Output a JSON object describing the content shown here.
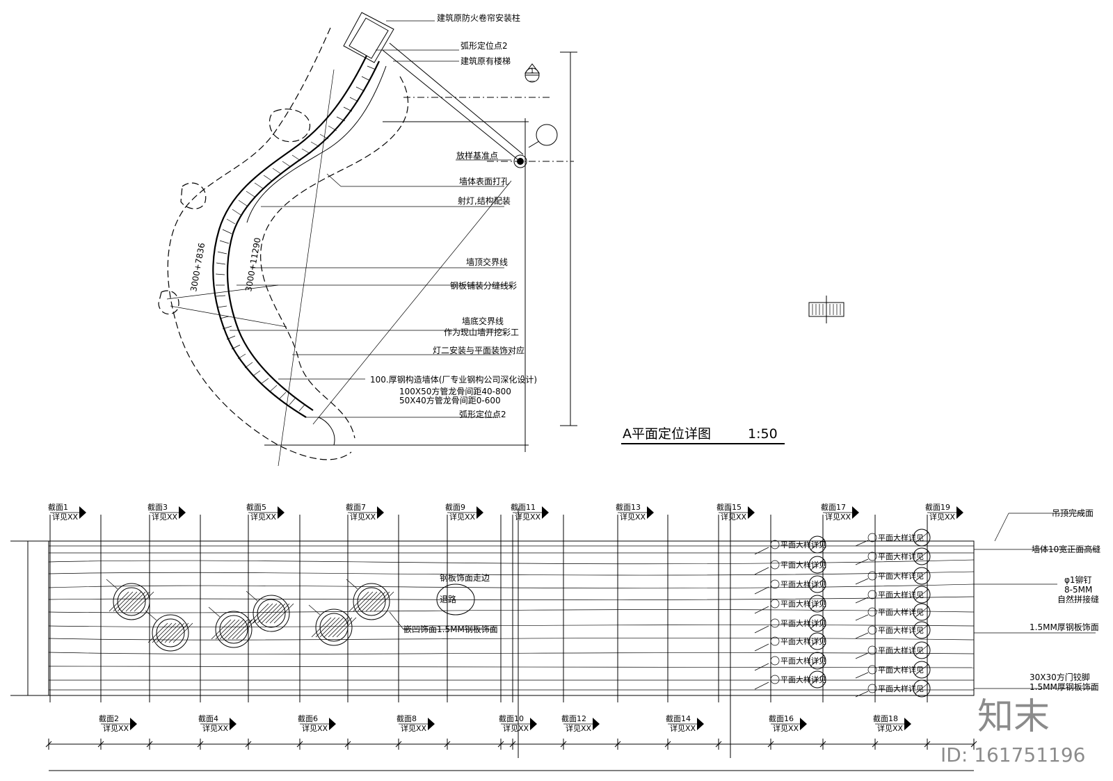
{
  "plan": {
    "title": "A平面定位详图",
    "scale": "1:50",
    "labels": [
      "建筑原防火卷帘安装柱",
      "弧形定位点2",
      "建筑原有楼梯",
      "放样基准点",
      "墙体表面打孔",
      "射灯,结构配装",
      "墙顶交界线",
      "钢板铺装分缝线彩",
      "墙底交界线",
      "作为现山墙开挖彩工",
      "灯二安装与平面装饰对应",
      "100.厚钢构造墙体(厂专业钢构公司深化设计)",
      "100X50方管龙骨间距40-800",
      "50X40方管龙骨间距0-600",
      "弧形定位点2"
    ],
    "dims": [
      "3000+7836",
      "3000+11290"
    ],
    "section_marker": {
      "top": "1",
      "bottom": "—"
    }
  },
  "elevation": {
    "top_sections": [
      {
        "no": "截面1",
        "detail": "详见XX"
      },
      {
        "no": "截面3",
        "detail": "详见XX"
      },
      {
        "no": "截面5",
        "detail": "详见XX"
      },
      {
        "no": "截面7",
        "detail": "详见XX"
      },
      {
        "no": "截面9",
        "detail": "详见XX"
      },
      {
        "no": "截面11",
        "detail": "详见XX"
      },
      {
        "no": "截面13",
        "detail": "详见XX"
      },
      {
        "no": "截面15",
        "detail": "详见XX"
      },
      {
        "no": "截面17",
        "detail": "详见XX"
      },
      {
        "no": "截面19",
        "detail": "详见XX"
      }
    ],
    "bottom_sections": [
      {
        "no": "截面2",
        "detail": "详见XX"
      },
      {
        "no": "截面4",
        "detail": "详见XX"
      },
      {
        "no": "截面6",
        "detail": "详见XX"
      },
      {
        "no": "截面8",
        "detail": "详见XX"
      },
      {
        "no": "截面10",
        "detail": "详见XX"
      },
      {
        "no": "截面12",
        "detail": "详见XX"
      },
      {
        "no": "截面14",
        "detail": "详见XX"
      },
      {
        "no": "截面16",
        "detail": "详见XX"
      },
      {
        "no": "截面18",
        "detail": "详见XX"
      }
    ],
    "right_labels": [
      "吊顶完成面",
      "墙体10宽正面高缝",
      "φ1铆钉",
      "8-5MM",
      "自然拼接缝",
      "1.5MM厚钢板饰面",
      "30X30方门铰脚",
      "1.5MM厚钢板饰面"
    ],
    "inner_labels": [
      "钢板饰面走边",
      "退路",
      "嵌凹饰面1.5MM钢板饰面"
    ],
    "tag_label_a": "平面大样详见",
    "tag_label_b": "平面大样详见"
  },
  "watermark": {
    "brand": "知末",
    "id": "ID: 161751196"
  }
}
